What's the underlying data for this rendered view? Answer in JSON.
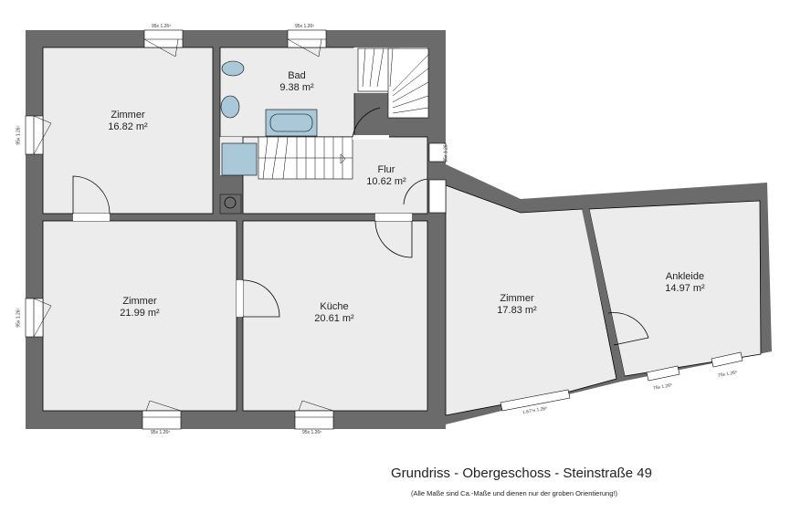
{
  "title": "Grundriss - Obergeschoss - Steinstraße 49",
  "subtitle": "(Alle Maße sind Ca.-Maße und dienen nur der groben Orientierung!)",
  "colors": {
    "wall": "#6b6b6b",
    "floor": "#ececec",
    "fixture": "#a9c8d8",
    "background": "#ffffff"
  },
  "rooms": [
    {
      "name": "Zimmer",
      "area": "16.82 m²"
    },
    {
      "name": "Bad",
      "area": "9.38 m²"
    },
    {
      "name": "Flur",
      "area": "10.62 m²"
    },
    {
      "name": "Zimmer",
      "area": "21.99 m²"
    },
    {
      "name": "Küche",
      "area": "20.61 m²"
    },
    {
      "name": "Zimmer",
      "area": "17.83 m²"
    },
    {
      "name": "Ankleide",
      "area": "14.97 m²"
    }
  ],
  "windows": [
    {
      "label": "95x 1.26⁵"
    },
    {
      "label": "95x 1.26⁵"
    },
    {
      "label": "95x 1.26⁵"
    },
    {
      "label": "95x 1.26⁵"
    },
    {
      "label": "95x 1.26⁵"
    },
    {
      "label": "95x 1.26⁵"
    },
    {
      "label": "35x 1.26⁵"
    },
    {
      "label": "1.67⁵x 1.26⁵"
    },
    {
      "label": "75x 1.26⁵"
    },
    {
      "label": "75x 1.26⁵"
    }
  ]
}
